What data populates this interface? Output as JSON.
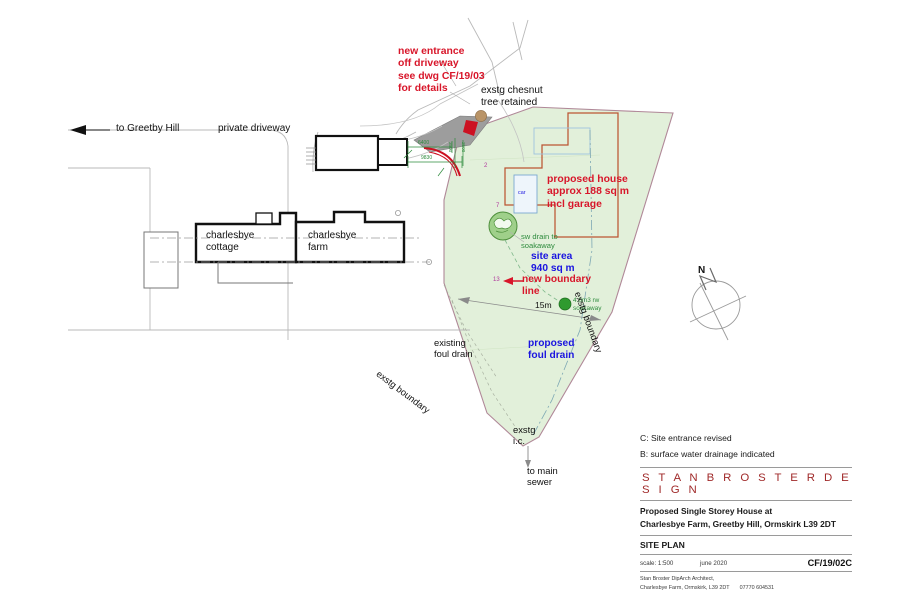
{
  "drawing": {
    "type": "architectural-site-plan",
    "sheet_size": "900x600"
  },
  "annotations": {
    "new_entrance": "new entrance\noff driveway\nsee dwg CF/19/03\nfor details",
    "chesnut_tree": "exstg chesnut\ntree retained",
    "to_greetby_hill": "to Greetby Hill",
    "private_driveway": "private driveway",
    "charlesbye_cottage": "charlesbye\ncottage",
    "charlesbye_farm": "charlesbye\nfarm",
    "proposed_house": "proposed house\napprox 188 sq m\nincl garage",
    "car_label": "car",
    "sw_drain": "sw drain to\nsoakaway",
    "site_area": "site area\n940 sq m",
    "new_boundary": "new boundary\nline",
    "rw_soakaway": "4.0m3 rw\nsoakaway",
    "dim_15m": "15m",
    "existing_foul_drain": "existing\nfoul drain",
    "proposed_foul_drain": "proposed\nfoul drain",
    "exstg_boundary_right": "exstg boundary",
    "exstg_boundary_left": "exstg boundary",
    "exstg_ic": "exstg\ni.c.",
    "to_main_sewer": "to main\nsewer",
    "north": "N",
    "dim_6400": "6400",
    "dim_9830": "9830",
    "dim_vert_a": "3500",
    "dim_vert_b": "2500",
    "node_2": "2",
    "node_7": "7",
    "node_13": "13"
  },
  "titleblock": {
    "revisions": [
      "C: Site entrance revised",
      "B:  surface water drainage indicated"
    ],
    "practice": "S T A N   B R O S T E R   D E S I G N",
    "project_line1": "Proposed Single Storey House at",
    "project_line2": "Charlesbye Farm, Greetby Hill, Ormskirk L39 2DT",
    "sheet_title": "SITE PLAN",
    "scale": "scale: 1:500",
    "date": "june 2020",
    "drawing_number": "CF/19/02C",
    "architect_line1": "Stan Broster DipArch Architect,",
    "architect_line2": "Charlesbye Farm, Ormskirk, L39 2DT",
    "architect_phone": "07770 604531"
  },
  "colors": {
    "site_fill": "#e2f0da",
    "site_edge": "#b08898",
    "red": "#d8162a",
    "blue": "#1a14e0",
    "green": "#2e8b3d",
    "brand": "#a02a2a",
    "tarmac": "#9d9d9d",
    "tree": "#8cc878",
    "soakaway": "#2f9a2f"
  }
}
